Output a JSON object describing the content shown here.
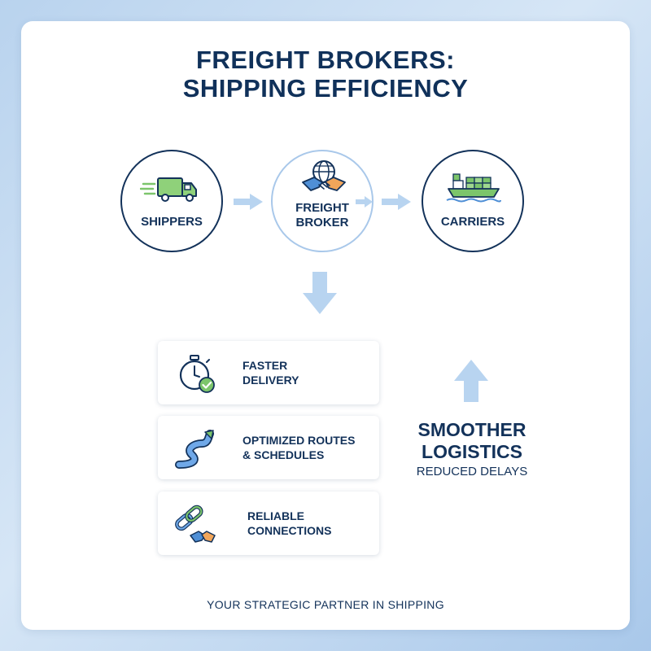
{
  "title": {
    "line1": "FREIGHT BROKERS:",
    "line2": "SHIPPING EFFICIENCY"
  },
  "flow": {
    "shippers": {
      "label": "SHIPPERS",
      "icon": "truck-icon"
    },
    "broker": {
      "line1": "FREIGHT",
      "line2": "BROKER",
      "icon": "globe-handshake-icon"
    },
    "carriers": {
      "label": "CARRIERS",
      "icon": "cargo-ship-icon"
    }
  },
  "benefits": [
    {
      "line1": "FASTER",
      "line2": "DELIVERY",
      "icon": "stopwatch-check-icon"
    },
    {
      "line1": "OPTIMIZED ROUTES",
      "line2": "& SCHEDULES",
      "icon": "winding-route-icon"
    },
    {
      "line1": "RELIABLE",
      "line2": "CONNECTIONS",
      "icon": "chain-handshake-icon"
    }
  ],
  "outcome": {
    "line1": "SMOOTHER",
    "line2": "LOGISTICS",
    "sub": "REDUCED DELAYS"
  },
  "footer": "YOUR STRATEGIC PARTNER IN SHIPPING",
  "colors": {
    "navy": "#13325a",
    "light_blue": "#b8d4f0",
    "green": "#7cc56b",
    "orange": "#f2a65a",
    "blue_accent": "#4f8fd6"
  }
}
